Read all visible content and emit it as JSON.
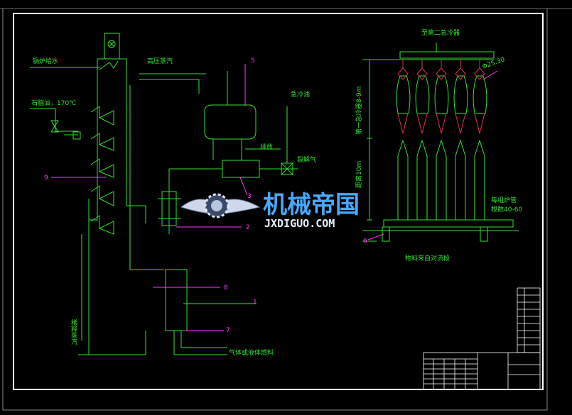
{
  "drawing": {
    "labels": {
      "boiler_feed_water": "锅炉给水",
      "hp_steam": "高压蒸汽",
      "paraffin_oil": "石脑油，170℃",
      "quench_oil": "急冷油",
      "cracked_gas": "裂解气",
      "drain": "排放",
      "to_second_quench": "至第二急冷器",
      "first_quench_dist": "第一急冷器8-9m",
      "diameter": "Φ25.30",
      "distance_10m": "距离10m",
      "each_furnace_tube": "每组炉管",
      "tube_count": "根数40-60",
      "from_convection": "物料来自对流段",
      "dilution_steam": "稀释蒸汽",
      "fuel": "气体或液体燃料"
    },
    "part_numbers": {
      "p1": "1",
      "p2": "2",
      "p3": "3",
      "p5": "5",
      "p6": "6",
      "p7": "7",
      "p8": "8",
      "p9": "9"
    },
    "watermark": {
      "cn": "机械帝国",
      "en": "JXDIGUO.COM"
    },
    "colors": {
      "frame": "#ffffff",
      "process_lines": "#2fe32f",
      "leaders": "#ff3aff",
      "heat_tubes": "#e0304a",
      "watermark": "#4aa8ff"
    }
  }
}
